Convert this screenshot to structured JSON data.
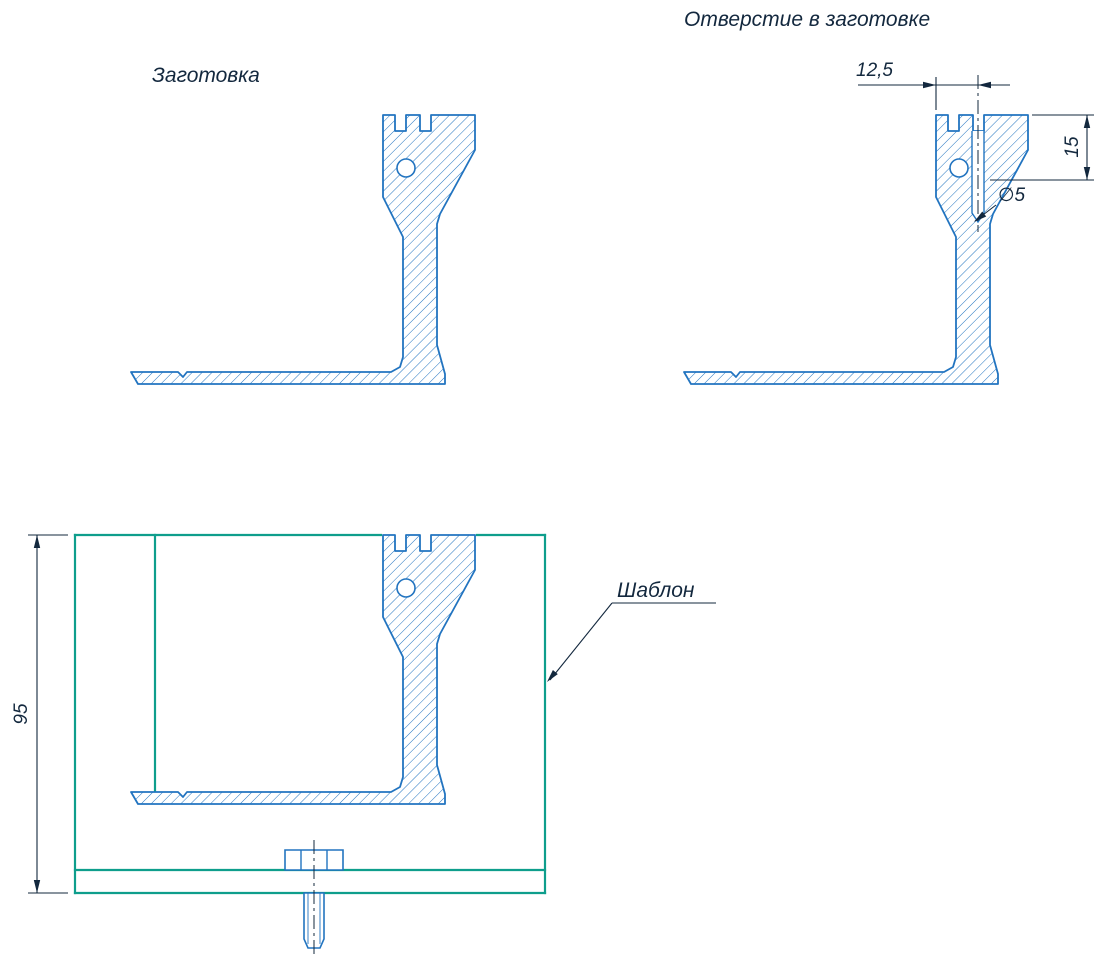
{
  "labels": {
    "workpiece_title": "Заготовка",
    "hole_view_title": "Отверстие в заготовке",
    "template_callout": "Шаблон"
  },
  "dimensions": {
    "hole_offset_mm": "12,5",
    "hole_edge_distance_mm": "15",
    "hole_diameter": "∅5",
    "template_height_mm": "95"
  },
  "colors": {
    "workpiece_outline": "#2274c0",
    "template_outline": "#0e9e8c",
    "annotation": "#13283e"
  }
}
